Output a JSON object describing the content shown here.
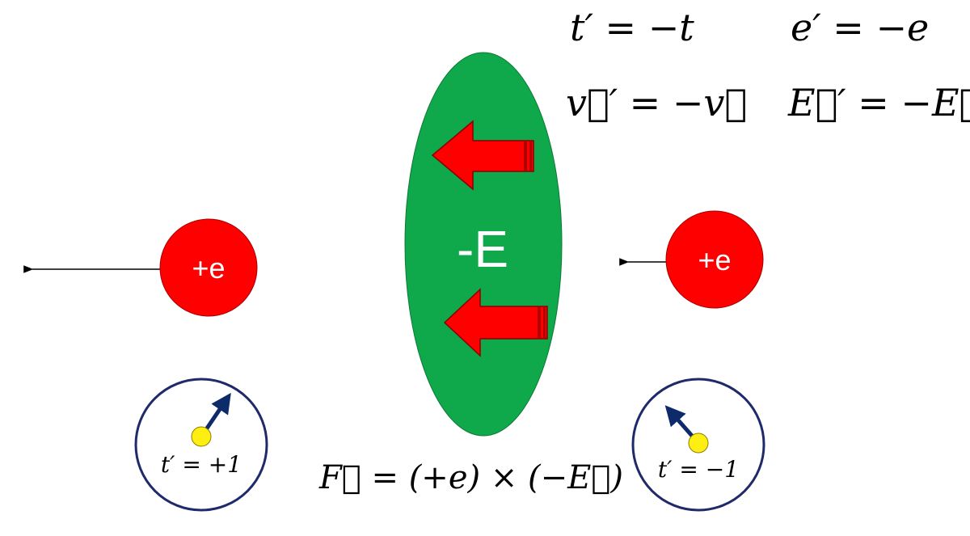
{
  "equations": {
    "time_reversal": "t′ = −t",
    "charge_reversal": "e′ = −e",
    "velocity_reversal": "v⃗′ = −v⃗",
    "field_reversal": "E⃗′ = −E⃗"
  },
  "field_region": {
    "label": "-E",
    "color": "#0fa84a",
    "arrow_color": "#ff0000"
  },
  "particles": {
    "left_label": "+e",
    "right_label": "+e",
    "color": "#ff0000"
  },
  "clocks": {
    "left_label": "t′ = +1",
    "right_label": "t′ = −1",
    "ring_color": "#1f2a6b",
    "hand_color": "#0d2a6b",
    "dot_color": "#ffee11"
  },
  "force_equation": "F⃗ = (+e) × (−E⃗)"
}
